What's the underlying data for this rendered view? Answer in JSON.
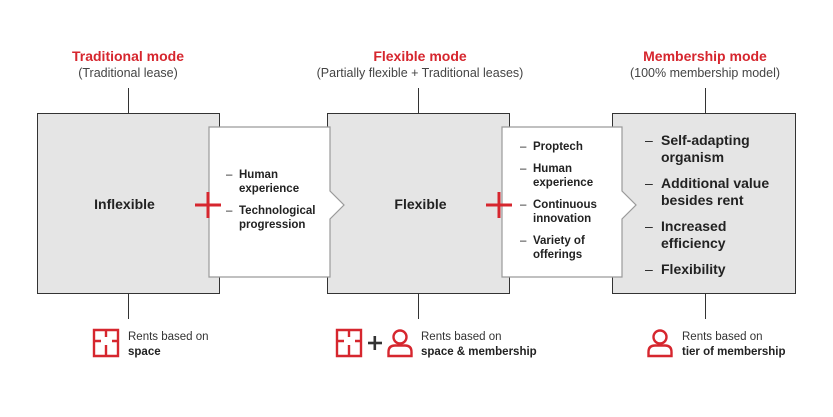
{
  "modes": [
    {
      "title": "Traditional mode",
      "subtitle": "(Traditional lease)",
      "box_label": "Inflexible",
      "add_items": [
        "Human experience",
        "Technological progression"
      ],
      "caption_line1": "Rents based on",
      "caption_line2": "space"
    },
    {
      "title": "Flexible mode",
      "subtitle": "(Partially flexible + Traditional leases)",
      "box_label": "Flexible",
      "add_items": [
        "Proptech",
        "Human experience",
        "Continuous innovation",
        "Variety of offerings"
      ],
      "caption_line1": "Rents based on",
      "caption_line2": "space & membership"
    },
    {
      "title": "Membership mode",
      "subtitle": "(100% membership model)",
      "box_items": [
        "Self-adapting organism",
        "Additional value besides rent",
        "Increased efficiency",
        "Flexibility"
      ],
      "caption_line1": "Rents based on",
      "caption_line2": "tier of membership"
    }
  ],
  "plus_symbol": "+",
  "colors": {
    "accent": "#d6262e",
    "box_fill": "#e5e5e5",
    "panel_fill": "#ffffff",
    "border": "#333333"
  },
  "icons": [
    "floorplan-icon",
    "person-icon"
  ]
}
